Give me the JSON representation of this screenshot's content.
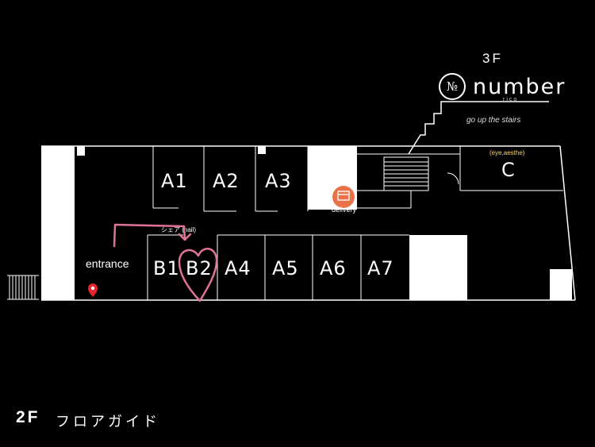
{
  "floor_3": {
    "label": "3F",
    "brand_mark": "№",
    "brand_name": "number",
    "brand_sub": "rico",
    "stairs_note": "go up the stairs"
  },
  "rooms": {
    "a1": "A1",
    "a2": "A2",
    "a3": "A3",
    "a4": "A4",
    "a5": "A5",
    "a6": "A6",
    "a7": "A7",
    "b1": "B1",
    "b2": "B2",
    "c": "C",
    "c_note": "(eye,aesthe)",
    "b1_note": "シェア (nail)"
  },
  "entrance": "entrance",
  "delivery": "delivery",
  "floor_2": {
    "label": "2F",
    "guide": "フロアガイド"
  },
  "colors": {
    "highlight": "#e0739c",
    "pin": "#e8252a",
    "delivery": "#e8734a"
  },
  "icons": [
    "location-pin-icon",
    "delivery-box-icon",
    "heart-icon",
    "arrow-icon"
  ]
}
